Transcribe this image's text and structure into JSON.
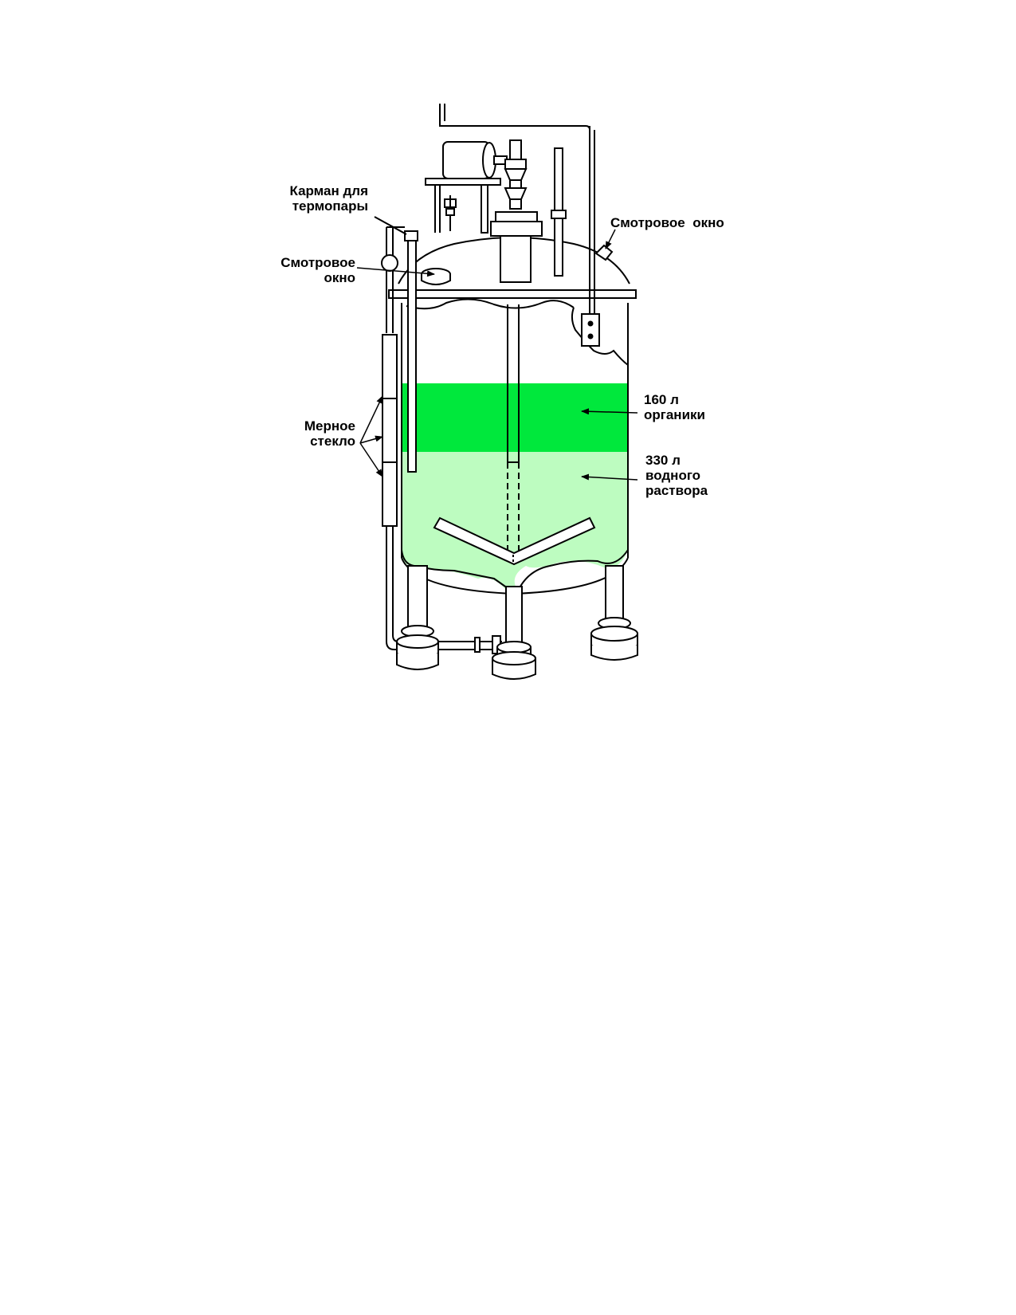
{
  "labels": {
    "thermocouple_pocket": [
      "Карман для",
      "термопары"
    ],
    "sight_window_left": [
      "Смотровое",
      "окно"
    ],
    "sight_window_right": "Смотровое  окно",
    "gauge_glass": [
      "Мерное",
      "стекло"
    ],
    "organic_layer": [
      "160 л",
      "органики"
    ],
    "aqueous_layer": [
      "330 л",
      "водного",
      "раствора"
    ]
  },
  "colors": {
    "organic": "#00e83c",
    "aqueous": "#bdfcc0",
    "line": "#000000"
  },
  "volumes_l": {
    "organic": 160,
    "aqueous": 330
  }
}
